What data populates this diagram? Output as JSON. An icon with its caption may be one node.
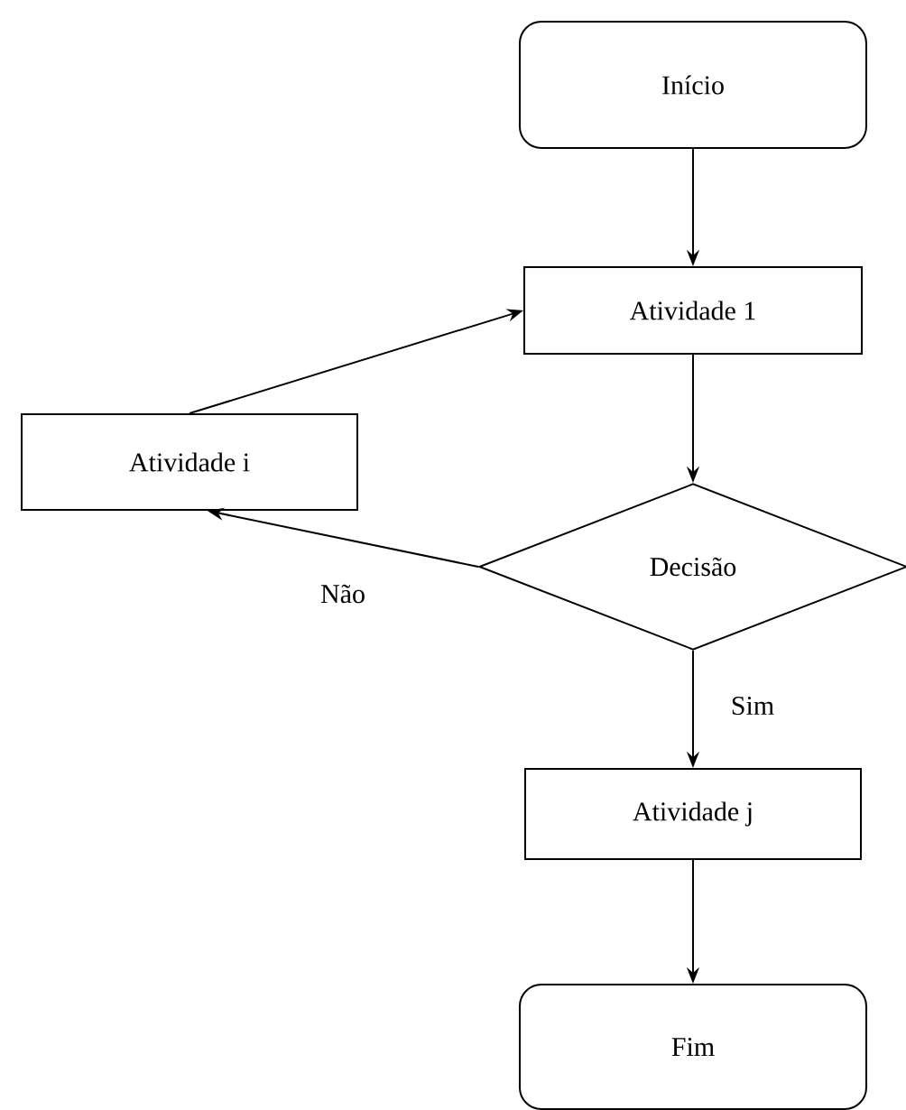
{
  "diagram": {
    "nodes": [
      {
        "text": [
          "Início"
        ]
      },
      {
        "text": [
          "Atividade 1"
        ]
      },
      {
        "text": [
          "Atividade i"
        ]
      },
      {
        "text": [
          "Decisão"
        ]
      },
      {
        "text": [
          "Atividade j"
        ]
      },
      {
        "text": [
          "Fim"
        ]
      }
    ],
    "edges": [
      {
        "from": 0,
        "to": 1,
        "arrow": "to"
      },
      {
        "from": 1,
        "to": 3,
        "arrow": "to"
      },
      {
        "from": 3,
        "to": 2,
        "arrow": "to",
        "label": "Não"
      },
      {
        "from": 2,
        "to": 1,
        "arrow": "to"
      },
      {
        "from": 3,
        "to": 4,
        "arrow": "to",
        "label": "Sim"
      },
      {
        "from": 4,
        "to": 5,
        "arrow": "to"
      }
    ]
  }
}
